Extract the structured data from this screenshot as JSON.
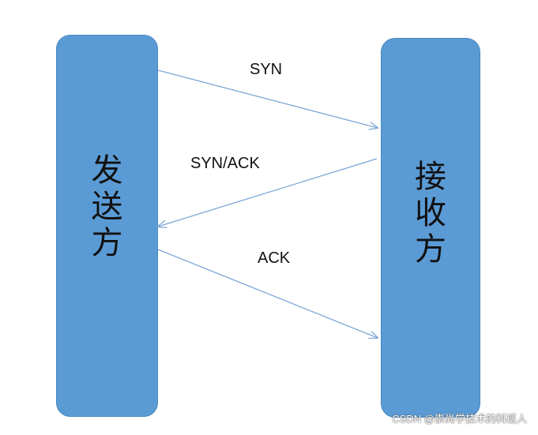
{
  "sender": {
    "label_chars": [
      "发",
      "送",
      "方"
    ]
  },
  "receiver": {
    "label_chars": [
      "接",
      "收",
      "方"
    ]
  },
  "messages": {
    "syn": "SYN",
    "synack": "SYN/ACK",
    "ack": "ACK"
  },
  "watermark": "CSDN @崇尚学技术的科班人",
  "colors": {
    "box": "#5b9bd5",
    "arrow": "#7fa7d6"
  }
}
